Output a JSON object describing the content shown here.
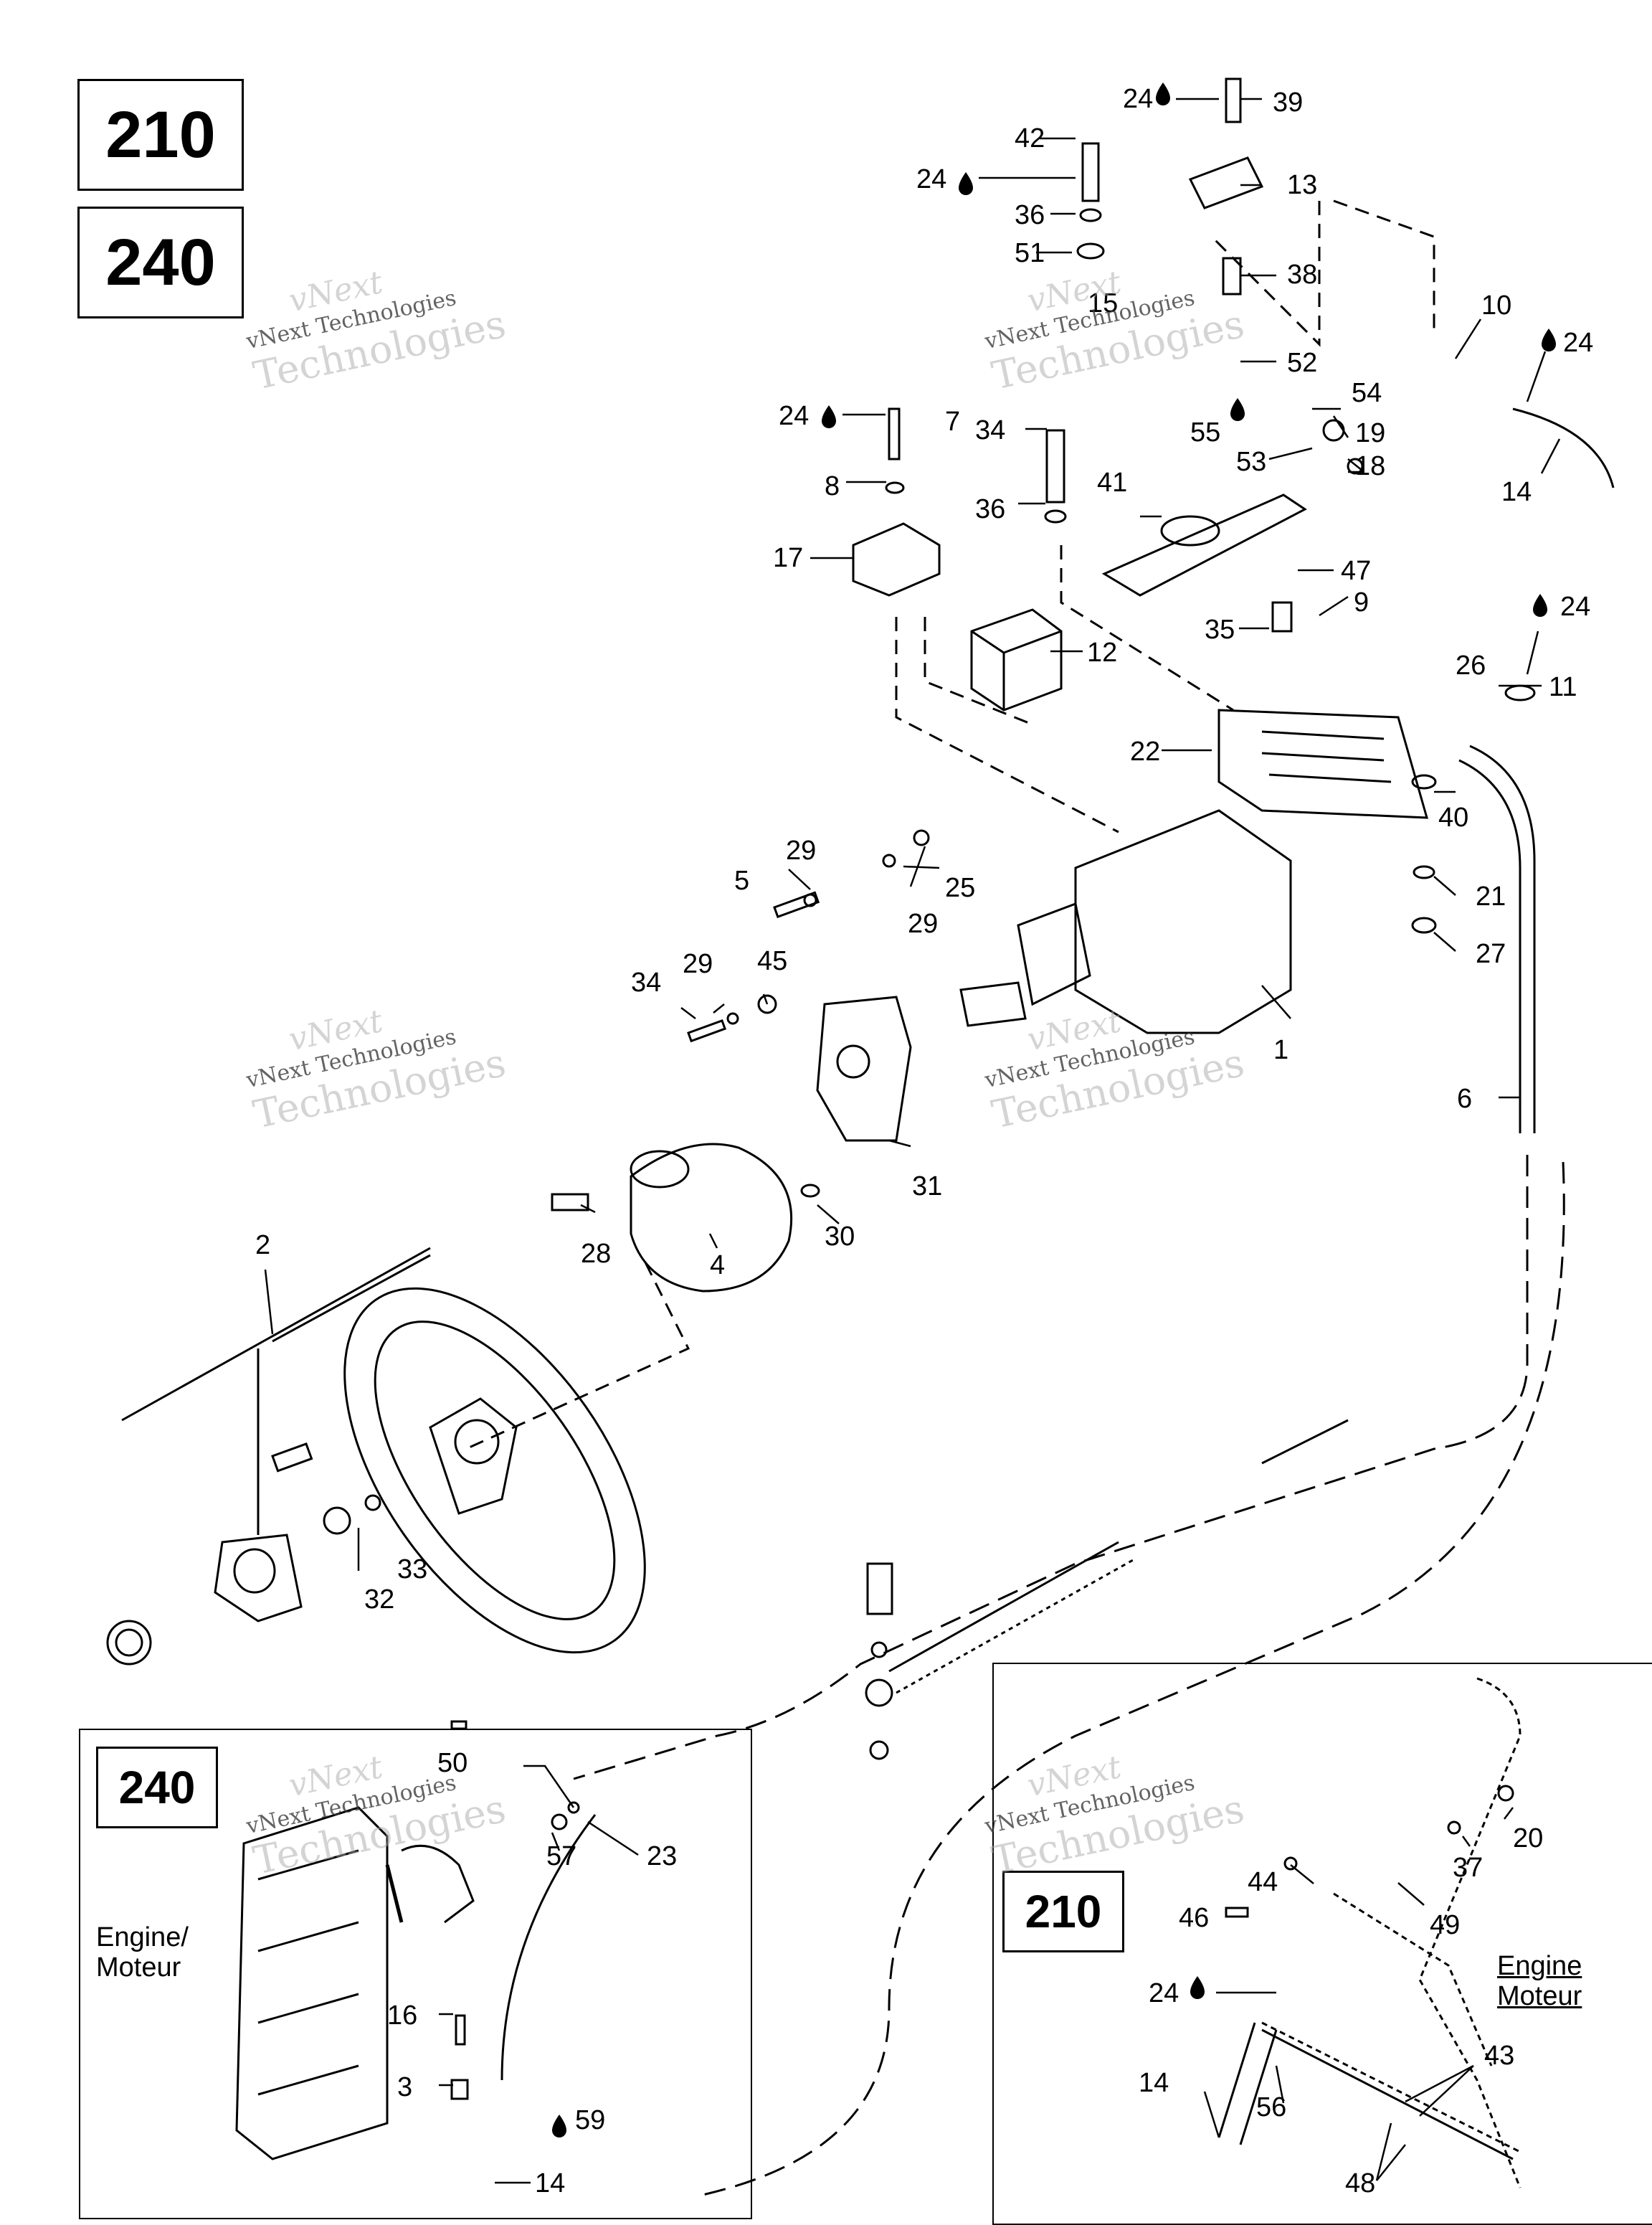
{
  "model_boxes": [
    "210",
    "240"
  ],
  "inset_240": {
    "model": "240",
    "engine_label": [
      "Engine/",
      "Moteur"
    ]
  },
  "inset_210": {
    "model": "210",
    "engine_label": [
      "Engine",
      "Moteur"
    ]
  },
  "watermark": {
    "line1": "vNext",
    "line2": "vNext Technologies",
    "line3": "Technologies"
  },
  "callouts": [
    {
      "n": "24",
      "drop": true
    },
    {
      "n": "39"
    },
    {
      "n": "42"
    },
    {
      "n": "24",
      "drop": true
    },
    {
      "n": "13"
    },
    {
      "n": "36"
    },
    {
      "n": "51"
    },
    {
      "n": "38"
    },
    {
      "n": "15"
    },
    {
      "n": "10"
    },
    {
      "n": "24",
      "drop": true
    },
    {
      "n": "52"
    },
    {
      "n": "24",
      "drop": true
    },
    {
      "n": "7"
    },
    {
      "n": "34"
    },
    {
      "n": "54"
    },
    {
      "n": "19"
    },
    {
      "n": "55"
    },
    {
      "n": "53"
    },
    {
      "n": "18"
    },
    {
      "n": "14"
    },
    {
      "n": "8"
    },
    {
      "n": "41"
    },
    {
      "n": "36"
    },
    {
      "n": "17"
    },
    {
      "n": "47"
    },
    {
      "n": "9"
    },
    {
      "n": "24",
      "drop": true
    },
    {
      "n": "35"
    },
    {
      "n": "12"
    },
    {
      "n": "26"
    },
    {
      "n": "11"
    },
    {
      "n": "22"
    },
    {
      "n": "40"
    },
    {
      "n": "29"
    },
    {
      "n": "5"
    },
    {
      "n": "25"
    },
    {
      "n": "29"
    },
    {
      "n": "21"
    },
    {
      "n": "29"
    },
    {
      "n": "45"
    },
    {
      "n": "34"
    },
    {
      "n": "27"
    },
    {
      "n": "1"
    },
    {
      "n": "6"
    },
    {
      "n": "31"
    },
    {
      "n": "28"
    },
    {
      "n": "4"
    },
    {
      "n": "30"
    },
    {
      "n": "2"
    },
    {
      "n": "33"
    },
    {
      "n": "32"
    },
    {
      "n": "50"
    },
    {
      "n": "23"
    },
    {
      "n": "57"
    },
    {
      "n": "16"
    },
    {
      "n": "3"
    },
    {
      "n": "59"
    },
    {
      "n": "14"
    },
    {
      "n": "20"
    },
    {
      "n": "37"
    },
    {
      "n": "44"
    },
    {
      "n": "49"
    },
    {
      "n": "46"
    },
    {
      "n": "24",
      "drop": true
    },
    {
      "n": "14"
    },
    {
      "n": "56"
    },
    {
      "n": "43"
    },
    {
      "n": "48"
    }
  ],
  "colors": {
    "ink": "#000000",
    "watermark": "#9a9a9a"
  }
}
